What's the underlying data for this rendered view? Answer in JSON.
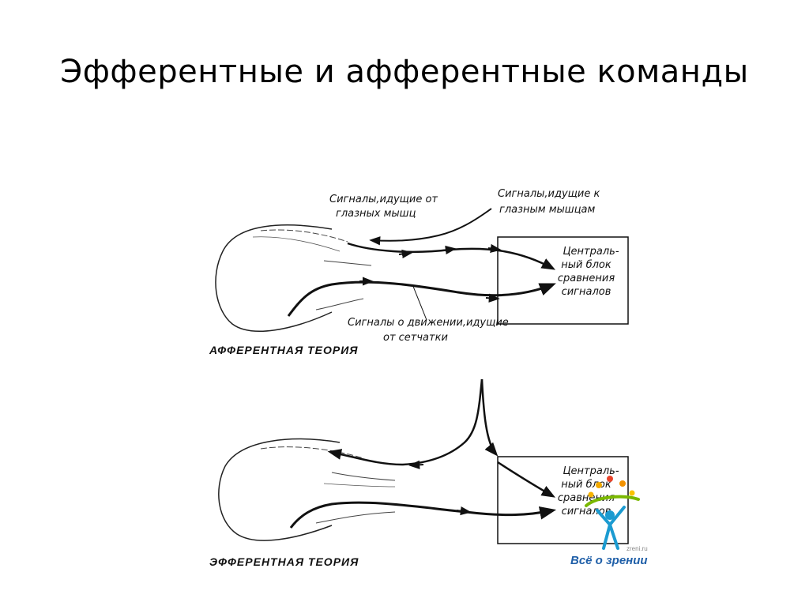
{
  "title": "Эфферентные и афферентные команды",
  "diagram_top": {
    "caption": "АФФЕРЕНТНАЯ ТЕОРИЯ",
    "label_muscle_out": [
      "Сигналы,идущие от",
      "глазных мышц"
    ],
    "label_muscle_in": [
      "Сигналы,идущие к",
      "глазным мышцам"
    ],
    "label_retina": [
      "Сигналы о движении,идущие",
      "от сетчатки"
    ],
    "box_lines": [
      "Централь-",
      "ный блок",
      "сравнения",
      "сигналов"
    ]
  },
  "diagram_bottom": {
    "caption": "ЭФФЕРЕНТНАЯ ТЕОРИЯ",
    "box_lines": [
      "Централь-",
      "ный блок",
      "сравнения",
      "сигналов"
    ]
  },
  "logo": {
    "site": "zreni.ru",
    "text": "Всё о зрении"
  }
}
